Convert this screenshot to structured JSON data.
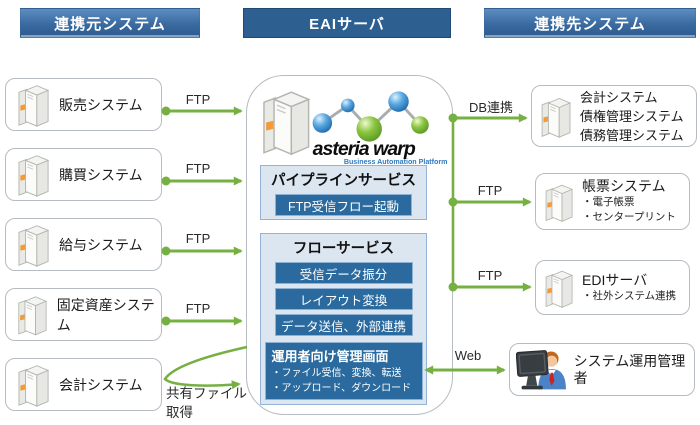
{
  "colors": {
    "arrow_green": "#76b043",
    "header_blue": "#2d6090",
    "panel_fill": "#dce6f1",
    "panel_border": "#95b3d7",
    "service_button_blue": "#2a6a9e"
  },
  "headers": {
    "source": "連携元システム",
    "eai": "EAIサーバ",
    "target": "連携先システム"
  },
  "source_systems": [
    {
      "label": "販売システム",
      "protocol": "FTP"
    },
    {
      "label": "購買システム",
      "protocol": "FTP"
    },
    {
      "label": "給与システム",
      "protocol": "FTP"
    },
    {
      "label": "固定資産システム",
      "protocol": "FTP"
    },
    {
      "label": "会計システム",
      "protocol": "共有ファイル\n取得"
    }
  ],
  "eai_server": {
    "logo_title": "asteria warp",
    "logo_subtitle": "Business Automation Platform",
    "pipeline_service": {
      "title": "パイプラインサービス",
      "items": [
        "FTP受信フロー起動"
      ]
    },
    "flow_service": {
      "title": "フローサービス",
      "items": [
        "受信データ振分",
        "レイアウト変換",
        "データ送信、外部連携"
      ],
      "admin_panel": {
        "title": "運用者向け管理画面",
        "bullets": [
          "・ファイル受信、変換、転送",
          "・アップロード、ダウンロード"
        ]
      }
    }
  },
  "target_systems": [
    {
      "lines": [
        "会計システム",
        "債権管理システム",
        "債務管理システム"
      ],
      "protocol": "DB連携"
    },
    {
      "title": "帳票システム",
      "bullets": [
        "・電子帳票",
        "・センタープリント"
      ],
      "protocol": "FTP"
    },
    {
      "title": "EDIサーバ",
      "bullets": [
        "・社外システム連携"
      ],
      "protocol": "FTP"
    },
    {
      "title": "システム運用管理者",
      "protocol": "Web"
    }
  ]
}
